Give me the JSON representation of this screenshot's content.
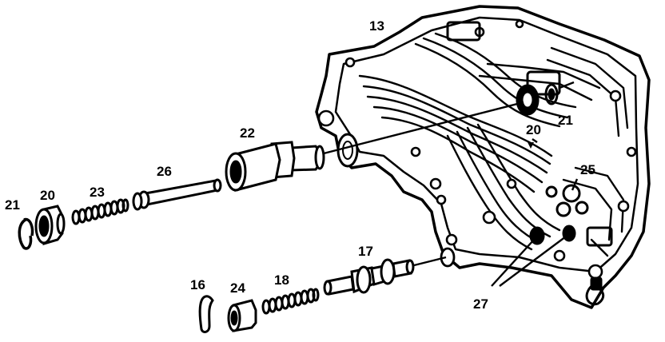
{
  "diagram": {
    "callouts": {
      "c13": "13",
      "c22": "22",
      "c26": "26",
      "c23": "23",
      "c20_left": "20",
      "c21_left": "21",
      "c20_right": "20",
      "c21_right": "21",
      "c25": "25",
      "c17": "17",
      "c16": "16",
      "c24": "24",
      "c18": "18",
      "c27": "27"
    },
    "colors": {
      "ink": "#000000",
      "paper": "#ffffff"
    }
  }
}
